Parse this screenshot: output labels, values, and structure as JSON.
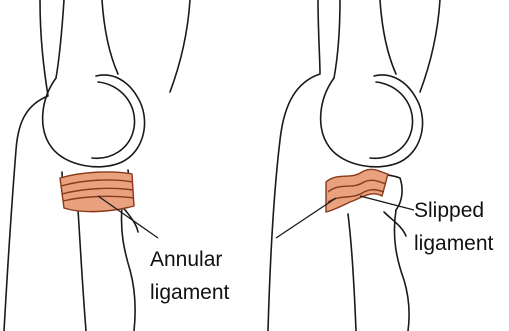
{
  "figure": {
    "left_panel": {
      "label_line1": "Annular",
      "label_line2": "ligament"
    },
    "right_panel": {
      "label_line1": "Slipped",
      "label_line2": "ligament"
    }
  },
  "colors": {
    "outline": "#1a1a1a",
    "ligament_fill": "#e8a27f",
    "ligament_stroke": "#8a3a1a"
  }
}
